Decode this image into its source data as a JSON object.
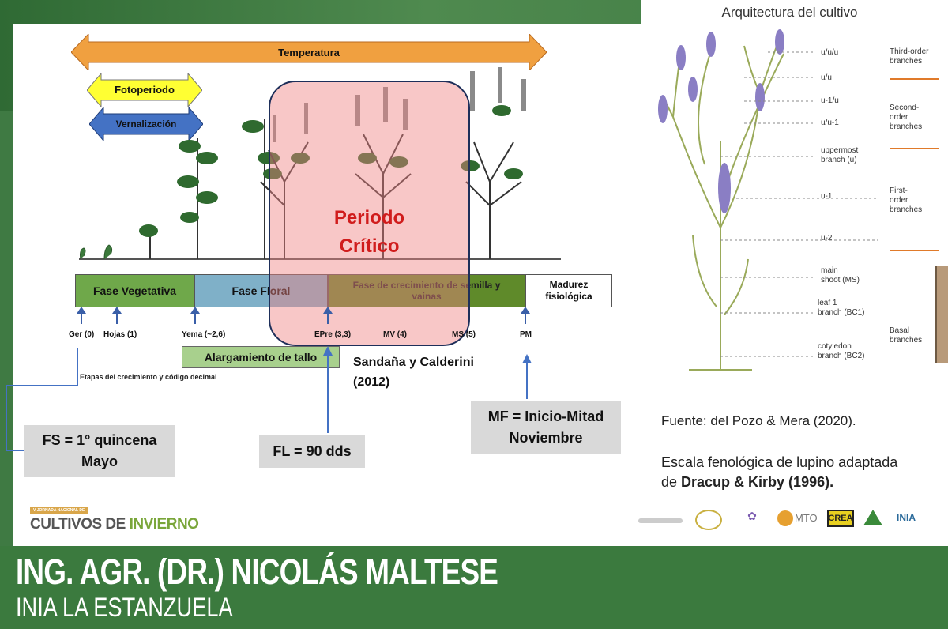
{
  "left_slide": {
    "temperature_label": "Temperatura",
    "photoperiod_label": "Fotoperiodo",
    "vernalization_label": "Vernalización",
    "critical_period": {
      "line1": "Periodo",
      "line2": "Crítico"
    },
    "phases": [
      {
        "label": "Fase Vegetativa"
      },
      {
        "label": "Fase Floral"
      },
      {
        "label": "Fase de crecimiento de semilla y vainas"
      },
      {
        "label": "Madurez fisiológica"
      }
    ],
    "stages": [
      {
        "label": "Ger (0)"
      },
      {
        "label": "Hojas (1)"
      },
      {
        "label": "Yema (~2,6)"
      },
      {
        "label": "EPre (3,3)"
      },
      {
        "label": "MV (4)"
      },
      {
        "label": "MS (5)"
      },
      {
        "label": "PM"
      }
    ],
    "stem_elongation": "Alargamiento de tallo",
    "growth_stages_note": "Etapas del crecimiento y código decimal",
    "citation": {
      "line1": "Sandaña y Calderini",
      "line2": "(2012)"
    },
    "fs_box": {
      "line1": "FS = 1° quincena",
      "line2": "Mayo"
    },
    "fl_box": {
      "line1": "FL = 90 dds"
    },
    "mf_box": {
      "line1": "MF = Inicio-Mitad",
      "line2": "Noviembre"
    },
    "event_logo": {
      "small": "V JORNADA NACIONAL DE",
      "main_a": "CULTIVOS DE ",
      "main_b": "INVIERNO"
    }
  },
  "right_slide": {
    "title": "Arquitectura del cultivo",
    "node_labels": [
      "u/u/u",
      "u/u",
      "u-1/u",
      "u/u-1",
      "uppermost",
      "branch (u)",
      "u-1",
      "u-2",
      "main",
      "shoot (MS)",
      "leaf 1",
      "branch (BC1)",
      "cotyledon",
      "branch (BC2)"
    ],
    "branch_orders": [
      {
        "l1": "Third-order",
        "l2": "branches",
        "l3": ""
      },
      {
        "l1": "Second-",
        "l2": "order",
        "l3": "branches"
      },
      {
        "l1": "First-",
        "l2": "order",
        "l3": "branches"
      },
      {
        "l1": "Basal",
        "l2": "branches",
        "l3": ""
      }
    ],
    "source": "Fuente: del Pozo & Mera (2020).",
    "scale_line1": "Escala fenológica de lupino adaptada",
    "scale_line2_prefix": "de ",
    "scale_line2_bold": "Dracup & Kirby (1996).",
    "logos": [
      "MTO",
      "CREA",
      "INIA"
    ]
  },
  "banner": {
    "name": "ING. AGR. (DR.) NICOLÁS MALTESE",
    "affiliation": "INIA LA ESTANZUELA"
  },
  "colors": {
    "banner_green": "#3b7a3e",
    "temperature_orange": "#f0a040",
    "photoperiod_yellow": "#ffff33",
    "vernalization_blue": "#4472c4",
    "critical_pink": "#f6bcbc",
    "critical_red": "#d01c1c",
    "stage_arrow_blue": "#3a5fa8",
    "branch_orange": "#e07a2a"
  }
}
